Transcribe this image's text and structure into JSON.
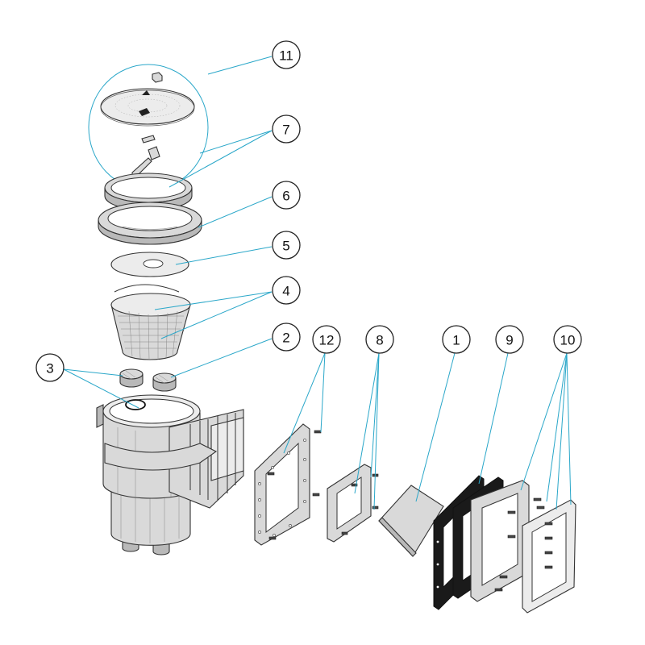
{
  "diagram": {
    "accent_color": "#2aa7c9",
    "callouts": [
      {
        "id": "c11",
        "label": "11"
      },
      {
        "id": "c7",
        "label": "7"
      },
      {
        "id": "c6",
        "label": "6"
      },
      {
        "id": "c5",
        "label": "5"
      },
      {
        "id": "c4",
        "label": "4"
      },
      {
        "id": "c2",
        "label": "2"
      },
      {
        "id": "c3",
        "label": "3"
      },
      {
        "id": "c12",
        "label": "12"
      },
      {
        "id": "c8",
        "label": "8"
      },
      {
        "id": "c1",
        "label": "1"
      },
      {
        "id": "c9",
        "label": "9"
      },
      {
        "id": "c10",
        "label": "10"
      }
    ]
  }
}
